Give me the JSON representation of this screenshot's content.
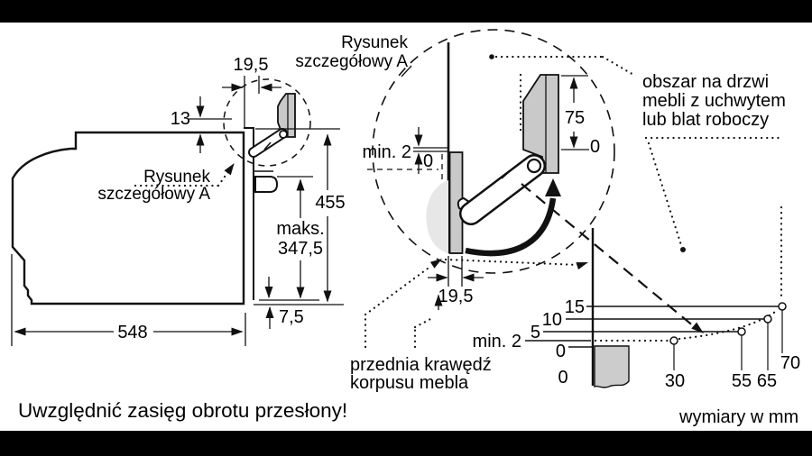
{
  "side_view": {
    "detail_ref": {
      "line1": "Rysunek",
      "line2": "szczegółowy A"
    },
    "dims": {
      "flap_width": "19,5",
      "top_offset": "13",
      "height": "455",
      "max1": "maks.",
      "max2": "347,5",
      "bottom_step": "7,5",
      "depth": "548"
    }
  },
  "detail_a": {
    "title": {
      "line1": "Rysunek",
      "line2": "szczegółowy A"
    },
    "dims": {
      "min_gap": "min. 2",
      "zero_left": "0",
      "door_height": "75",
      "zero_right": "0",
      "panel_depth": "19,5"
    }
  },
  "door_area_note": {
    "line1": "obszar na drzwi",
    "line2": "mebli z uchwytem",
    "line3": "lub blat roboczy"
  },
  "front_edge_note": {
    "line1": "przednia krawędź",
    "line2": "korpusu mebla"
  },
  "clearance_chart": {
    "type": "line",
    "y_labels": [
      "15",
      "10",
      "5",
      "min. 2",
      "0"
    ],
    "x_labels": [
      "0",
      "30",
      "55",
      "65",
      "70"
    ],
    "points": [
      {
        "distance_mm": 30,
        "height_mm": 2
      },
      {
        "distance_mm": 55,
        "height_mm": 5
      },
      {
        "distance_mm": 65,
        "height_mm": 10
      },
      {
        "distance_mm": 70,
        "height_mm": 15
      }
    ]
  },
  "units_note": "wymiary w mm",
  "footnote": "Uwzględnić zasięg obrotu przesłony!",
  "colors": {
    "line": "#111111",
    "panel_gray": "#c9c9c9",
    "light_gray": "#e7e7e7",
    "bar": "#000000",
    "background": "#ffffff"
  }
}
